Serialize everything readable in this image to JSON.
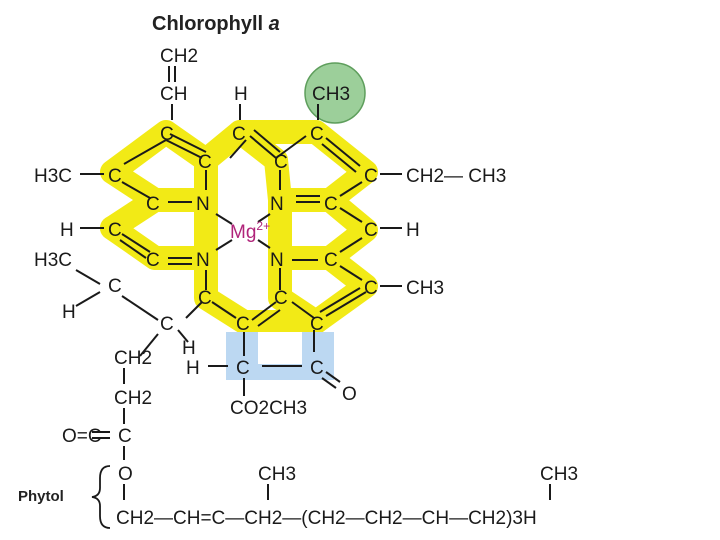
{
  "title": {
    "main": "Chlorophyll",
    "italic": "a"
  },
  "metal": {
    "symbol": "Mg",
    "charge": "2+"
  },
  "labels": {
    "vinyl_ch2": "CH2",
    "vinyl_ch": "CH",
    "h_top": "H",
    "methyl_circled": "CH3",
    "h3c_left": "H3C",
    "ethyl": "CH2— CH3",
    "h_left": "H",
    "h_right": "H",
    "h3c_lower": "H3C",
    "methyl_right": "CH3",
    "h_lower_left": "H",
    "h_bottom": "H",
    "h_ring_e": "H",
    "ester": "CO2CH3",
    "keto_o": "O",
    "chain_ch2_a": "CH2",
    "chain_ch2_b": "CH2",
    "carbonyl": "O=C",
    "ester_o": "O",
    "phytol_label": "Phytol",
    "phytol_chain": "CH2—CH=C—CH2—(CH2—CH2—CH—CH2)3H",
    "phytol_methyl_1": "CH3",
    "phytol_methyl_2": "CH3"
  },
  "colors": {
    "conjugation_highlight": "#f2ea16",
    "methyl_circle": "#9ccf9a",
    "ring_e_highlight": "#bcd8f2",
    "magnesium": "#b0247a"
  }
}
